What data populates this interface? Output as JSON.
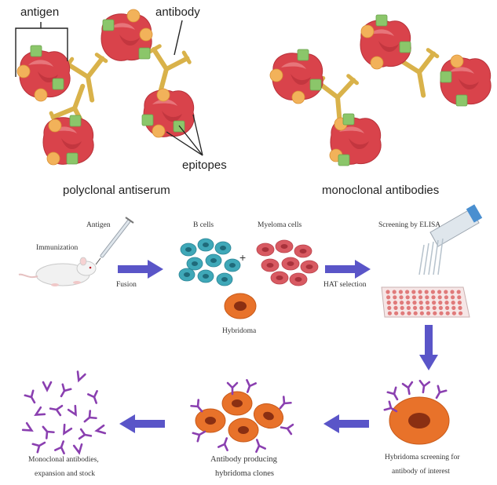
{
  "top": {
    "label_antigen": "antigen",
    "label_antibody": "antibody",
    "label_epitopes": "epitopes",
    "caption_left": "polyclonal antiserum",
    "caption_right": "monoclonal antibodies"
  },
  "bottom": {
    "antigen": "Antigen",
    "immunization": "Immunization",
    "fusion": "Fusion",
    "b_cells": "B cells",
    "plus": "+",
    "myeloma": "Myeloma cells",
    "hybridoma": "Hybridoma",
    "hat": "HAT selection",
    "elisa": "Screening by ELISA",
    "screen_line1": "Hybridoma screening for",
    "screen_line2": "antibody of interest",
    "clones_line1": "Antibody producing",
    "clones_line2": "hybridoma clones",
    "mab_line1": "Monoclonal antibodies,",
    "mab_line2": "expansion and stock"
  },
  "colors": {
    "antigen_red": "#d9434b",
    "antibody_gold": "#d9b24a",
    "epitope_green": "#8bc66a",
    "epitope_orange": "#f2b25a",
    "arrow_purple": "#5a55c8",
    "bcell_teal": "#3fa8b8",
    "myeloma_red": "#d85a62",
    "hybridoma_orange": "#e8722a",
    "ab_purple": "#8a3fb0"
  }
}
